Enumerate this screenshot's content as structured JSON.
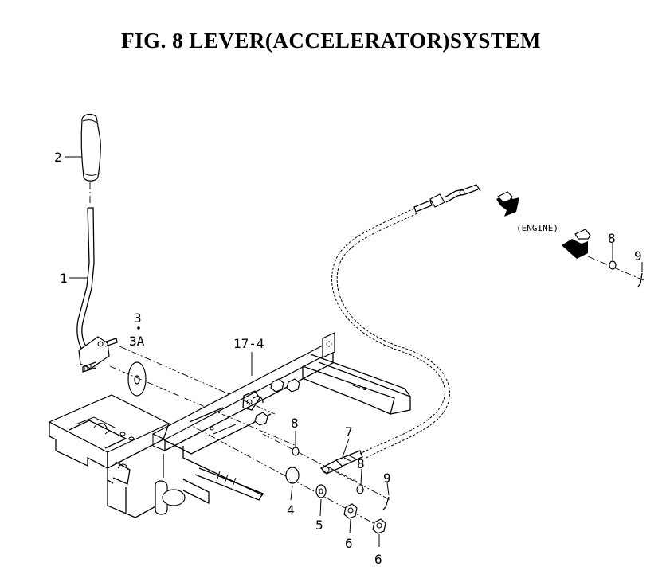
{
  "title": "FIG. 8  LEVER(ACCELERATOR)SYSTEM",
  "labels": {
    "p1": "1",
    "p2": "2",
    "p3": "3",
    "p3a": "3A",
    "p4": "4",
    "p5": "5",
    "p6a": "6",
    "p6b": "6",
    "p7": "7",
    "p8a": "8",
    "p8b": "8",
    "p8c": "8",
    "p9a": "9",
    "p9b": "9",
    "p17_4": "17-4",
    "engine": "(ENGINE)"
  }
}
